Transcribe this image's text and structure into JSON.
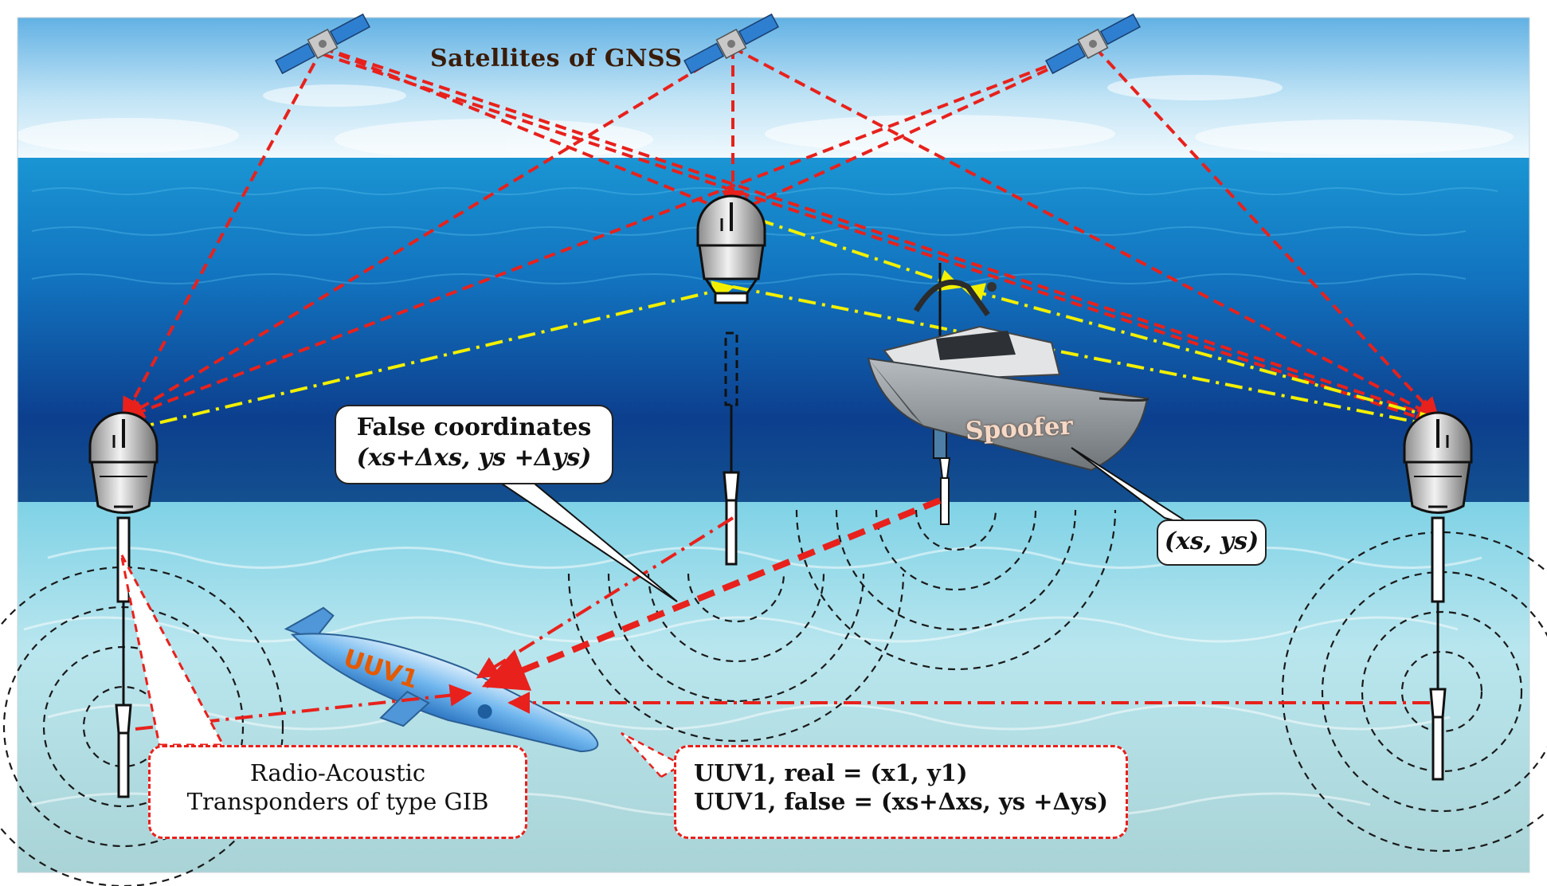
{
  "labels": {
    "satellites": "Satellites of GNSS",
    "false_coordinates": "False coordinates",
    "false_coordinates_expr": "(xs+Δxs, ys +Δys)",
    "spoofer": "Spoofer",
    "spoofer_coords": "(xs, ys)",
    "uuv": "UUV1",
    "transponders_line1": "Radio-Acoustic",
    "transponders_line2": "Transponders of type GIB",
    "uuv_real": "UUV1, real = (x1, y1)",
    "uuv_false": "UUV1, false = (xs+Δxs, ys +Δys)"
  },
  "colors": {
    "sky_top": "#6fb8e6",
    "sky_bottom": "#eef7fc",
    "sea_deep": "#0d3f8c",
    "sea_light": "#1e9ad6",
    "seabed": "#9fd6e0",
    "gnss_link": "#e8211c",
    "acoustic_link": "#e8211c",
    "buoy_link": "#f2f000",
    "rings": "#1a1a1a"
  },
  "icons": [
    "satellite-icon",
    "gib-buoy-icon",
    "spoofer-boat-icon",
    "uuv-icon"
  ]
}
